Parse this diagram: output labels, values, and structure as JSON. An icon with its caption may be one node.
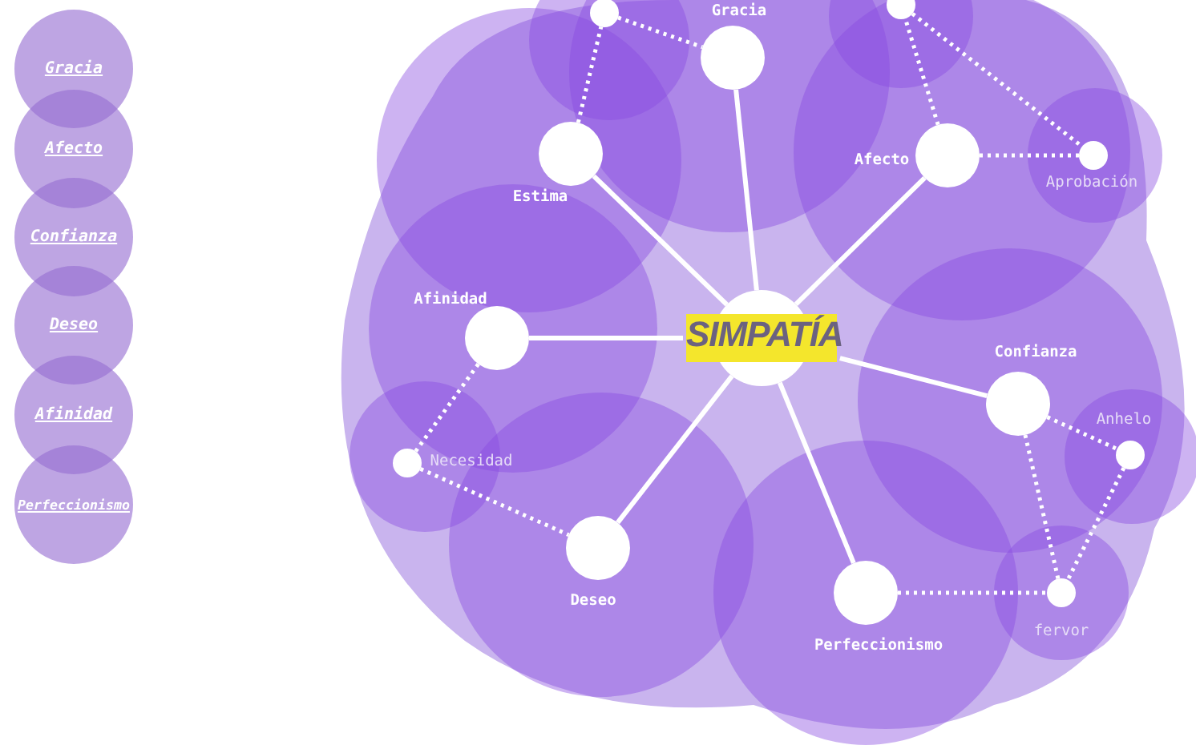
{
  "diagram": {
    "nodes": [
      {
        "text": [
          "Gracia"
        ]
      },
      {
        "text": [
          "Afecto"
        ]
      },
      {
        "text": [
          "Confianza"
        ]
      },
      {
        "text": [
          "Deseo"
        ]
      },
      {
        "text": [
          "Afinidad"
        ]
      },
      {
        "text": [
          "Perfeccionismo"
        ]
      },
      {
        "text": [
          "SIMPATÍA"
        ]
      },
      {
        "text": [],
        "shape": "circle",
        "beside": [
          "Gracia"
        ]
      },
      {
        "text": [],
        "shape": "circle",
        "beside": [
          "Estima"
        ]
      },
      {
        "text": [],
        "shape": "circle",
        "beside": [
          "Afecto"
        ]
      },
      {
        "text": [],
        "shape": "circle",
        "beside": [
          "Afinidad"
        ]
      },
      {
        "text": [],
        "shape": "circle",
        "beside": [
          "Confianza"
        ]
      },
      {
        "text": [],
        "shape": "circle",
        "beside": [
          "Deseo"
        ]
      },
      {
        "text": [],
        "shape": "circle",
        "beside": [
          "Perfeccionismo"
        ]
      },
      {
        "text": [],
        "shape": "circle",
        "beside": [
          "Necesidad"
        ]
      },
      {
        "text": [],
        "shape": "circle",
        "beside": [
          "Aprobación"
        ]
      },
      {
        "text": [],
        "shape": "circle",
        "beside": [
          "Anhelo"
        ]
      },
      {
        "text": [],
        "shape": "circle",
        "beside": [
          "fervor"
        ]
      },
      {
        "text": [],
        "shape": "circle"
      },
      {
        "text": [],
        "shape": "circle"
      }
    ],
    "edges": [
      {
        "from": 6,
        "to": 7,
        "arrow": "none"
      },
      {
        "from": 6,
        "to": 8,
        "arrow": "none"
      },
      {
        "from": 6,
        "to": 9,
        "arrow": "none"
      },
      {
        "from": 6,
        "to": 10,
        "arrow": "none"
      },
      {
        "from": 6,
        "to": 11,
        "arrow": "none"
      },
      {
        "from": 6,
        "to": 12,
        "arrow": "none"
      },
      {
        "from": 6,
        "to": 13,
        "arrow": "none"
      },
      {
        "from": 8,
        "to": 18,
        "arrow": "none",
        "style": "dashed"
      },
      {
        "from": 18,
        "to": 7,
        "arrow": "none",
        "style": "dashed"
      },
      {
        "from": 9,
        "to": 19,
        "arrow": "none",
        "style": "dashed"
      },
      {
        "from": 19,
        "to": 15,
        "arrow": "none",
        "style": "dashed"
      },
      {
        "from": 9,
        "to": 15,
        "arrow": "none",
        "style": "dashed"
      },
      {
        "from": 10,
        "to": 14,
        "arrow": "none",
        "style": "dashed"
      },
      {
        "from": 14,
        "to": 12,
        "arrow": "none",
        "style": "dashed"
      },
      {
        "from": 11,
        "to": 16,
        "arrow": "none",
        "style": "dashed"
      },
      {
        "from": 11,
        "to": 17,
        "arrow": "none",
        "style": "dashed"
      },
      {
        "from": 16,
        "to": 17,
        "arrow": "none",
        "style": "dashed"
      },
      {
        "from": 13,
        "to": 17,
        "arrow": "none",
        "style": "dashed"
      }
    ]
  }
}
